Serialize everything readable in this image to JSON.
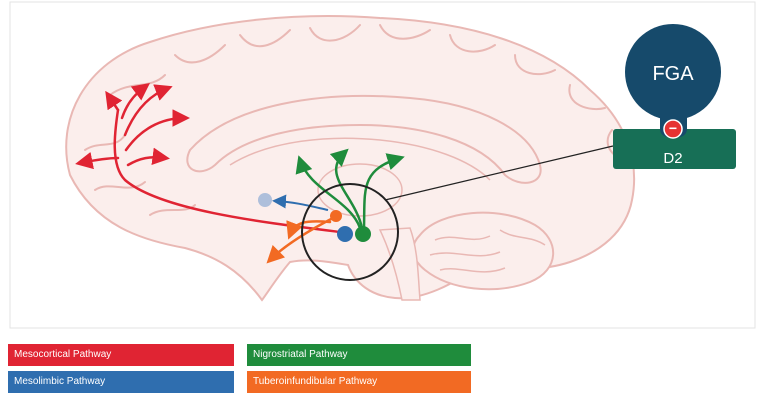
{
  "diagram": {
    "drug_label": "FGA",
    "receptor_label": "D2",
    "block_symbol": "−"
  },
  "legend": {
    "mesocortical": "Mesocortical Pathway",
    "nigrostriatal": "Nigrostriatal Pathway",
    "mesolimbic": "Mesolimbic Pathway",
    "tuberoinfundibular": "Tuberoinfundibular Pathway"
  },
  "colors": {
    "mesocortical": "#e02433",
    "nigrostriatal": "#1f8c3c",
    "mesolimbic": "#2f6eaf",
    "tuberoinfundibular": "#f26a23",
    "brain_fill": "#fbeeec",
    "brain_stroke": "#e9b8b4",
    "fga": "#164a6b",
    "receptor": "#176f56"
  }
}
